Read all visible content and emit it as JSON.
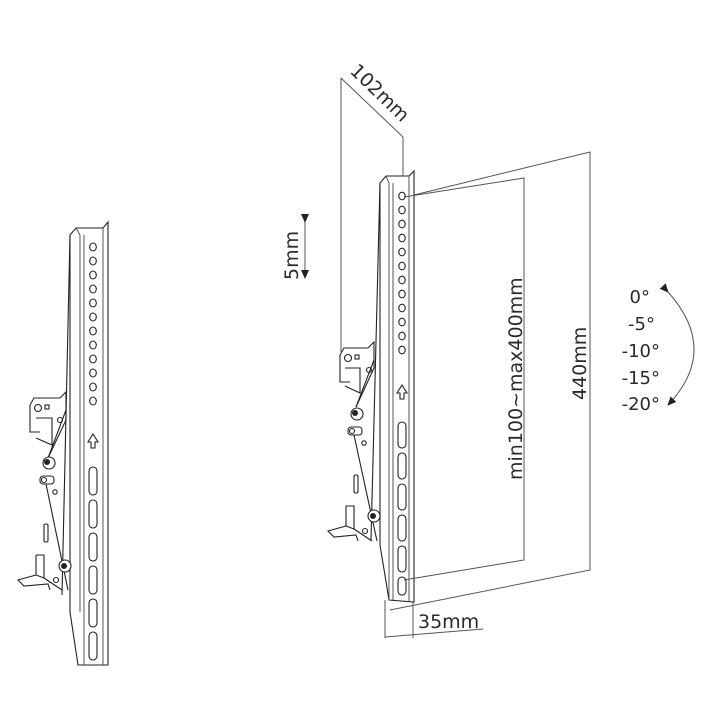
{
  "diagram": {
    "subject": "Tilting TV wall mount bracket (side views)",
    "dimensions": {
      "depth_top": "102mm",
      "hole_pitch": "5mm",
      "vesa_range": "min100~max400mm",
      "bracket_height": "440mm",
      "profile_width": "35mm"
    },
    "tilt_angles": [
      "0°",
      "-5°",
      "-10°",
      "-15°",
      "-20°"
    ],
    "colors": {
      "line": "#222222",
      "background": "#ffffff"
    }
  }
}
